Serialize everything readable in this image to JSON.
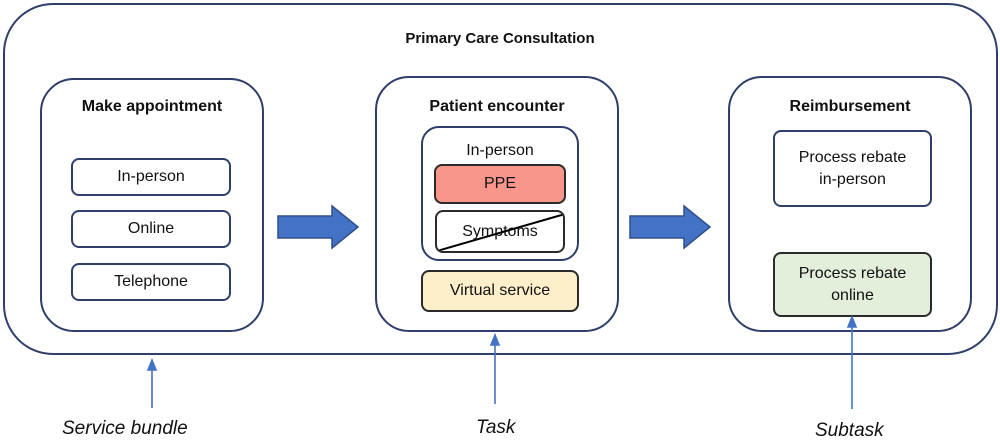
{
  "title": "Primary Care Consultation",
  "panels": [
    {
      "title": "Make appointment",
      "items": [
        "In-person",
        "Online",
        "Telephone"
      ]
    },
    {
      "title": "Patient encounter",
      "inperson_group": {
        "label": "In-person",
        "items": [
          "PPE",
          "Symptoms"
        ]
      },
      "items": [
        "Virtual service"
      ]
    },
    {
      "title": "Reimbursement",
      "items": [
        "Process rebate\nin-person",
        "Process rebate\nonline"
      ]
    }
  ],
  "annotations": [
    "Service bundle",
    "Task",
    "Subtask"
  ],
  "colors": {
    "border": "#2f3f6b",
    "arrow": "#4472c4",
    "ppe": "#f8968c",
    "virtual": "#fdefc9",
    "online": "#e3efdb"
  },
  "notes": {
    "symptoms_crossed_out": true
  }
}
